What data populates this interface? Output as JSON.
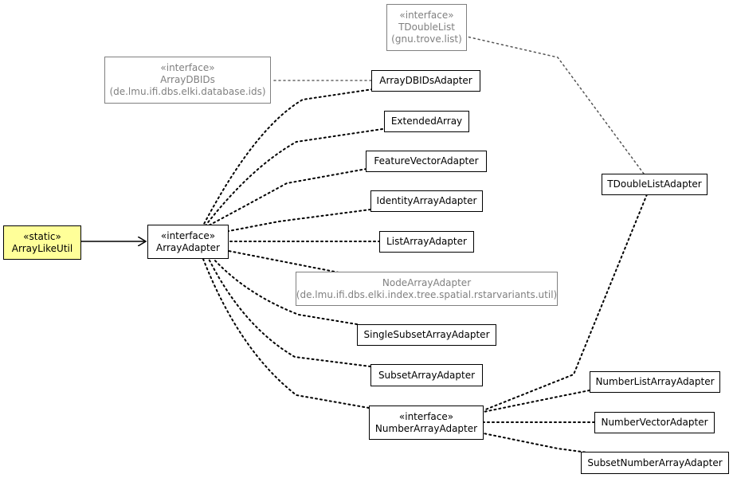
{
  "nodes": {
    "tdoublelist": {
      "stereotype": "«interface»",
      "name": "TDoubleList",
      "pkg": "(gnu.trove.list)"
    },
    "arraydbids": {
      "stereotype": "«interface»",
      "name": "ArrayDBIDs",
      "pkg": "(de.lmu.ifi.dbs.elki.database.ids)"
    },
    "arraydbidsadapter": {
      "name": "ArrayDBIDsAdapter"
    },
    "extendedarray": {
      "name": "ExtendedArray"
    },
    "featurevectoradapter": {
      "name": "FeatureVectorAdapter"
    },
    "identityarrayadapter": {
      "name": "IdentityArrayAdapter"
    },
    "listarrayadapter": {
      "name": "ListArrayAdapter"
    },
    "nodearrayadapter": {
      "name": "NodeArrayAdapter",
      "pkg": "(de.lmu.ifi.dbs.elki.index.tree.spatial.rstarvariants.util)"
    },
    "singlesubsetarrayadapter": {
      "name": "SingleSubsetArrayAdapter"
    },
    "subsetarrayadapter": {
      "name": "SubsetArrayAdapter"
    },
    "numberarrayadapter": {
      "stereotype": "«interface»",
      "name": "NumberArrayAdapter"
    },
    "tdoublelistadapter": {
      "name": "TDoubleListAdapter"
    },
    "numberlistarrayadapter": {
      "name": "NumberListArrayAdapter"
    },
    "numbervectoradapter": {
      "name": "NumberVectorAdapter"
    },
    "subsetnumberarrayadapter": {
      "name": "SubsetNumberArrayAdapter"
    },
    "arraylikeutil": {
      "stereotype": "«static»",
      "name": "ArrayLikeUtil"
    },
    "arrayadapter": {
      "stereotype": "«interface»",
      "name": "ArrayAdapter"
    }
  },
  "colors": {
    "static_fill": "#ffff99",
    "external_border": "#808080",
    "line": "#000000"
  }
}
